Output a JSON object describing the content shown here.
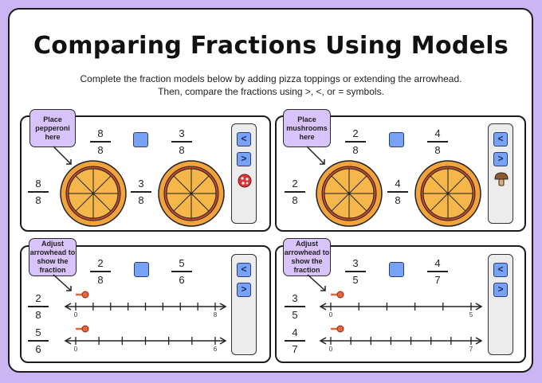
{
  "title": "Comparing Fractions Using Models",
  "instructions": {
    "line1": "Complete the fraction models below by adding pizza toppings or extending the arrowhead.",
    "line2": "Then, compare the fractions using >, <, or = symbols."
  },
  "buttons": {
    "less": "<",
    "greater": ">"
  },
  "panels": [
    {
      "callout": "Place pepperoni here",
      "top_left": {
        "n": "8",
        "d": "8"
      },
      "top_right": {
        "n": "3",
        "d": "8"
      },
      "left": {
        "n": "8",
        "d": "8"
      },
      "right": {
        "n": "3",
        "d": "8"
      },
      "topping_icon": "pepperoni-icon"
    },
    {
      "callout": "Place mushrooms here",
      "top_left": {
        "n": "2",
        "d": "8"
      },
      "top_right": {
        "n": "4",
        "d": "8"
      },
      "left": {
        "n": "2",
        "d": "8"
      },
      "right": {
        "n": "4",
        "d": "8"
      },
      "topping_icon": "mushroom-icon"
    },
    {
      "callout": "Adjust arrowhead to show the fraction",
      "top_left": {
        "n": "2",
        "d": "8"
      },
      "top_right": {
        "n": "5",
        "d": "6"
      },
      "line1": {
        "n": "2",
        "d": "8",
        "start": "0",
        "end": "8"
      },
      "line2": {
        "n": "5",
        "d": "6",
        "start": "0",
        "end": "6"
      }
    },
    {
      "callout": "Adjust arrowhead to show the fraction",
      "top_left": {
        "n": "3",
        "d": "5"
      },
      "top_right": {
        "n": "4",
        "d": "7"
      },
      "line1": {
        "n": "3",
        "d": "5",
        "start": "0",
        "end": "5"
      },
      "line2": {
        "n": "4",
        "d": "7",
        "start": "0",
        "end": "7"
      }
    }
  ],
  "colors": {
    "background": "#cbb6f3",
    "compare_box": "#78a3f5",
    "callout": "#d8c4fb",
    "pizza_crust": "#f2a33c",
    "pizza_sauce": "#c44a2a",
    "marker": "#e8643a"
  }
}
